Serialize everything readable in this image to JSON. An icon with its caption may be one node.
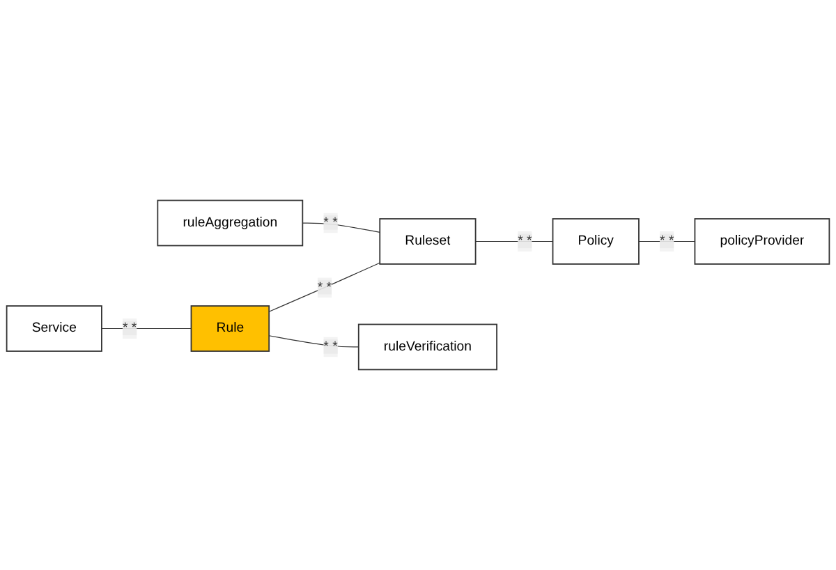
{
  "diagram": {
    "nodes": [
      {
        "text": [
          "Service"
        ]
      },
      {
        "text": [
          "ruleAggregation"
        ]
      },
      {
        "text": [
          "Ruleset"
        ]
      },
      {
        "text": [
          "Policy"
        ]
      },
      {
        "text": [
          "Rule"
        ]
      },
      {
        "text": [
          "policyProvider"
        ]
      },
      {
        "text": [
          "ruleVerification"
        ]
      }
    ],
    "edges": [
      {
        "from": 0,
        "to": 4,
        "arrow": "none",
        "label": "* *"
      },
      {
        "from": 1,
        "to": 2,
        "arrow": "none",
        "label": "* *"
      },
      {
        "from": 4,
        "to": 2,
        "arrow": "none",
        "label": "* *"
      },
      {
        "from": 2,
        "to": 3,
        "arrow": "none",
        "label": "* *"
      },
      {
        "from": 3,
        "to": 5,
        "arrow": "none",
        "label": "* *"
      },
      {
        "from": 4,
        "to": 6,
        "arrow": "none",
        "label": "* *"
      }
    ]
  }
}
